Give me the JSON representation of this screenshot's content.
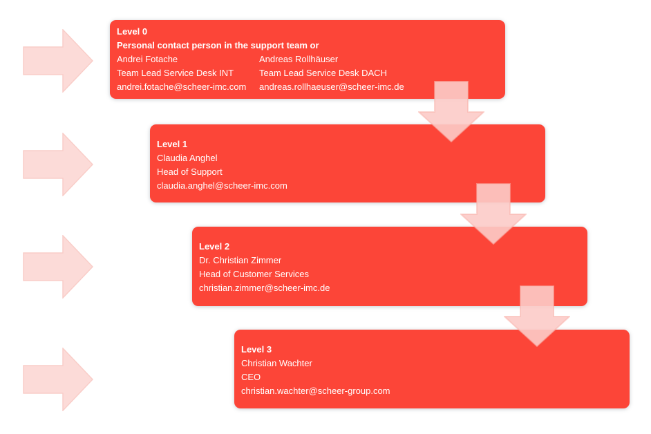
{
  "colors": {
    "box_red": "#fc4538",
    "text_white": "#ffffff",
    "arrow_pink": "#fcdbd8",
    "arrow_pink_edge": "#f9cdc8",
    "overlay_pink": "rgba(252,203,200,0.9)",
    "overlay_pink_edge": "rgba(247,178,172,0.55)"
  },
  "levels": [
    {
      "level": "Level 0",
      "subtitle": "Personal contact person in the support team or",
      "contacts": [
        {
          "name": "Andrei Fotache",
          "role": "Team Lead Service Desk INT",
          "email": "andrei.fotache@scheer-imc.com"
        },
        {
          "name": "Andreas Rollhäuser",
          "role": "Team Lead Service Desk DACH",
          "email": "andreas.rollhaeuser@scheer-imc.de"
        }
      ]
    },
    {
      "level": "Level 1",
      "contacts": [
        {
          "name": "Claudia Anghel",
          "role": "Head of Support",
          "email": "claudia.anghel@scheer-imc.com"
        }
      ]
    },
    {
      "level": "Level 2",
      "contacts": [
        {
          "name": "Dr. Christian Zimmer",
          "role": "Head of Customer Services",
          "email": "christian.zimmer@scheer-imc.de"
        }
      ]
    },
    {
      "level": "Level 3",
      "contacts": [
        {
          "name": "Christian Wachter",
          "role": "CEO",
          "email": "christian.wachter@scheer-group.com"
        }
      ]
    }
  ],
  "arrows": {
    "left_arrows": [
      {
        "icon": "right-arrow-icon"
      },
      {
        "icon": "right-arrow-icon"
      },
      {
        "icon": "right-arrow-icon"
      },
      {
        "icon": "right-arrow-icon"
      }
    ],
    "connector_arrows": [
      {
        "icon": "down-arrow-icon"
      },
      {
        "icon": "down-arrow-icon"
      },
      {
        "icon": "down-arrow-icon"
      }
    ]
  }
}
